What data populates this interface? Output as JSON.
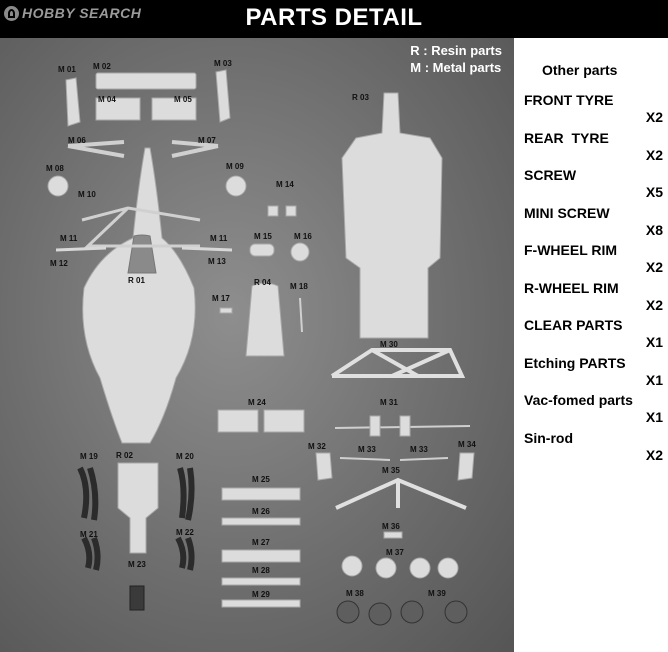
{
  "brand": "HOBBY SEARCH",
  "title": "PARTS DETAIL",
  "legend": [
    "R : Resin parts",
    "M : Metal parts"
  ],
  "part_labels": {
    "M01": "M 01",
    "M02": "M 02",
    "M03": "M 03",
    "M04": "M 04",
    "M05": "M 05",
    "M06": "M 06",
    "M07": "M 07",
    "M08": "M 08",
    "M09": "M 09",
    "M10": "M 10",
    "M11a": "M 11",
    "M11b": "M 11",
    "M12": "M 12",
    "M13": "M 13",
    "M14": "M 14",
    "M15": "M 15",
    "M16": "M 16",
    "M17": "M 17",
    "M18": "M 18",
    "M19": "M 19",
    "M20": "M 20",
    "M21": "M 21",
    "M22": "M 22",
    "M23": "M 23",
    "M24": "M 24",
    "M25": "M 25",
    "M26": "M 26",
    "M27": "M 27",
    "M28": "M 28",
    "M29": "M 29",
    "M30": "M 30",
    "M31": "M 31",
    "M32": "M 32",
    "M33a": "M 33",
    "M33b": "M 33",
    "M34": "M 34",
    "M35": "M 35",
    "M36": "M 36",
    "M37": "M 37",
    "M38": "M 38",
    "M39": "M 39",
    "R01": "R 01",
    "R02": "R 02",
    "R03": "R 03",
    "R04": "R 04"
  },
  "other_parts": {
    "title": "Other parts",
    "items": [
      {
        "name": "FRONT TYRE",
        "qty": "X2"
      },
      {
        "name": "REAR  TYRE",
        "qty": "X2"
      },
      {
        "name": "SCREW",
        "qty": "X5"
      },
      {
        "name": "MINI SCREW",
        "qty": "X8"
      },
      {
        "name": "F-WHEEL RIM",
        "qty": "X2"
      },
      {
        "name": "R-WHEEL RIM",
        "qty": "X2"
      },
      {
        "name": "CLEAR PARTS",
        "qty": "X1"
      },
      {
        "name": "Etching PARTS",
        "qty": "X1"
      },
      {
        "name": "Vac-fomed parts",
        "qty": "X1"
      },
      {
        "name": "Sin-rod",
        "qty": "X2"
      }
    ]
  }
}
